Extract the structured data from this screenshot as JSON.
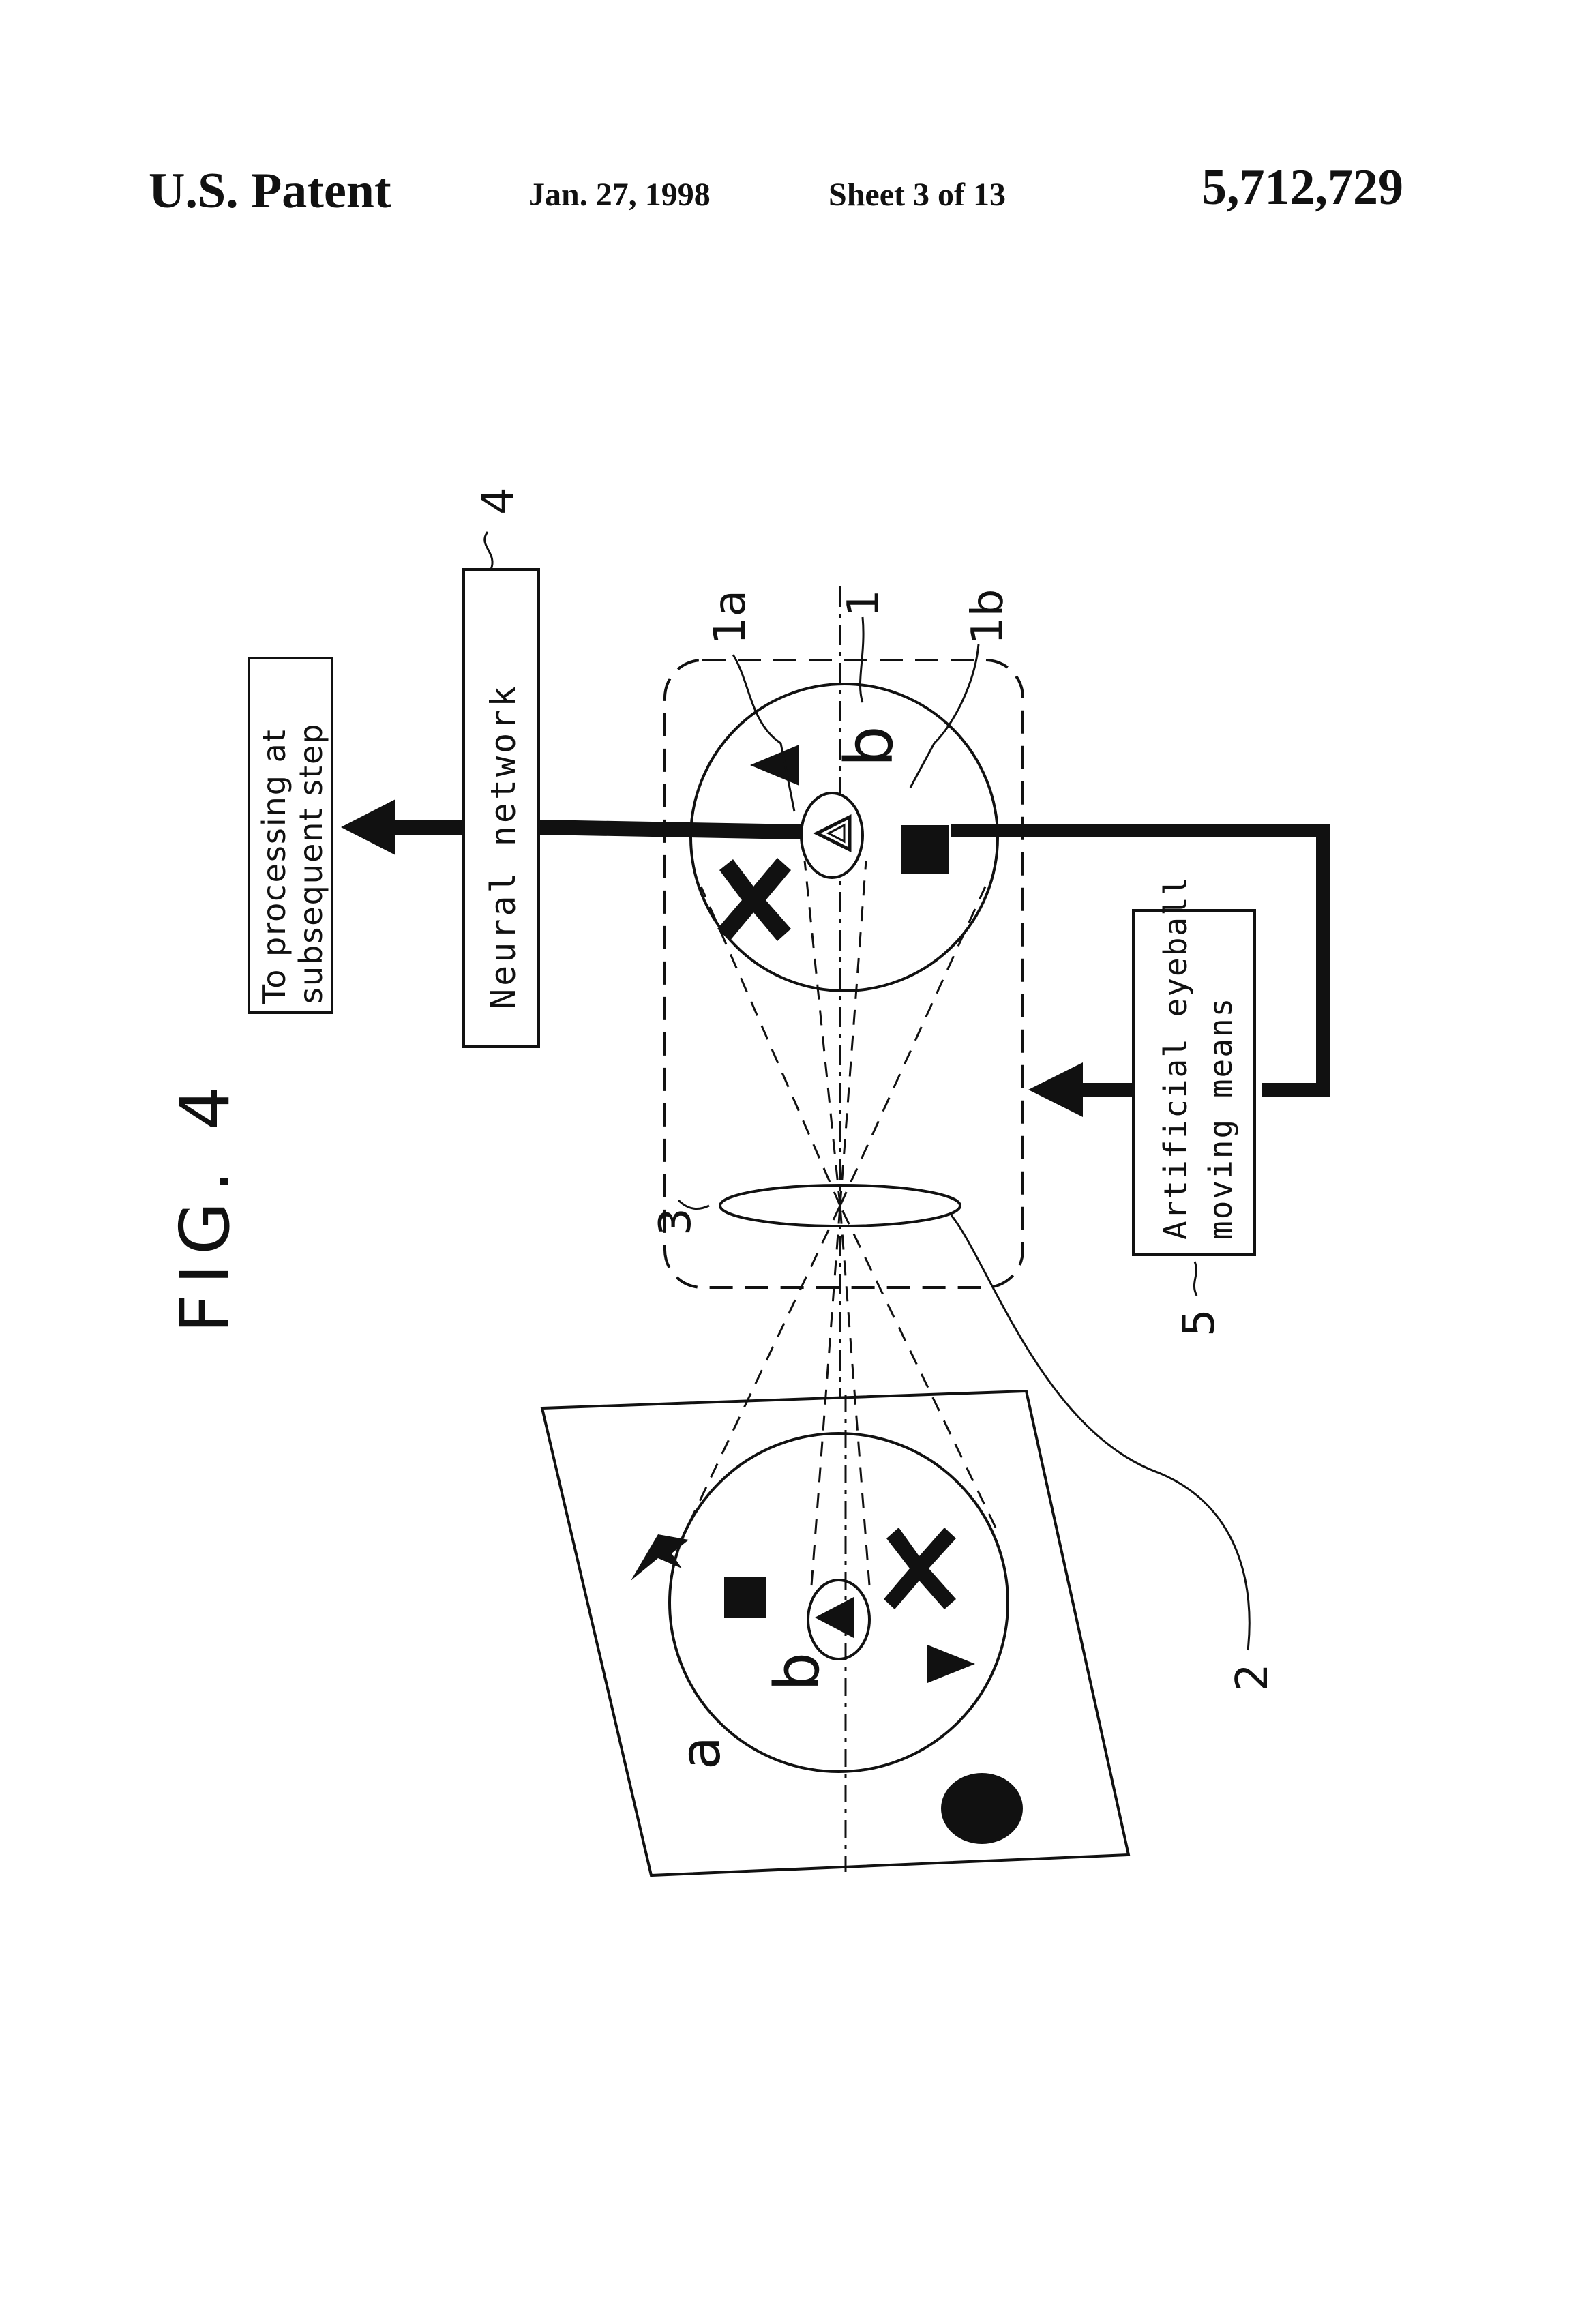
{
  "header": {
    "left": "U.S. Patent",
    "date": "Jan. 27, 1998",
    "sheet": "Sheet 3 of 13",
    "patent_number": "5,712,729"
  },
  "figure": {
    "title": "FIG. 4",
    "boxes": {
      "processing": [
        "To processing at",
        "subsequent step"
      ],
      "neural": "Neural  network",
      "moving": [
        "Artificial eyeball",
        "moving means"
      ]
    },
    "refs": {
      "r1": "1",
      "r1a": "1a",
      "r1b": "1b",
      "r2": "2",
      "r3": "3",
      "r4": "4",
      "r5": "5"
    },
    "letters": {
      "a": "a",
      "b": "b",
      "b_image": "b"
    }
  }
}
